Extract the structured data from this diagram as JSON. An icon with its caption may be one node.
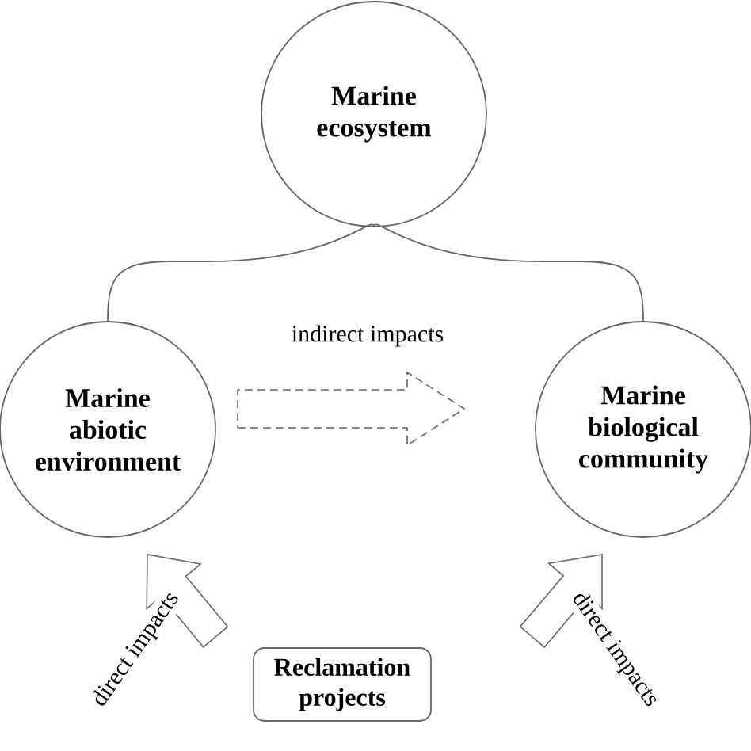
{
  "diagram": {
    "nodes": [
      {
        "text": [
          "Marine ecosystem"
        ]
      },
      {
        "text": [
          "Marine abiotic environment"
        ]
      },
      {
        "text": [
          "Marine biological community"
        ]
      },
      {
        "text": [
          "Reclamation projects"
        ]
      }
    ],
    "edges": [
      {
        "from": 0,
        "to": 1,
        "arrow": "none"
      },
      {
        "from": 0,
        "to": 2,
        "arrow": "none"
      },
      {
        "from": 1,
        "to": 2,
        "arrow": "to",
        "label": "indirect impacts",
        "style": "dashed"
      },
      {
        "from": 3,
        "to": 1,
        "arrow": "to",
        "label": "direct impacts"
      },
      {
        "from": 3,
        "to": 2,
        "arrow": "to",
        "label": "direct impacts"
      }
    ]
  }
}
